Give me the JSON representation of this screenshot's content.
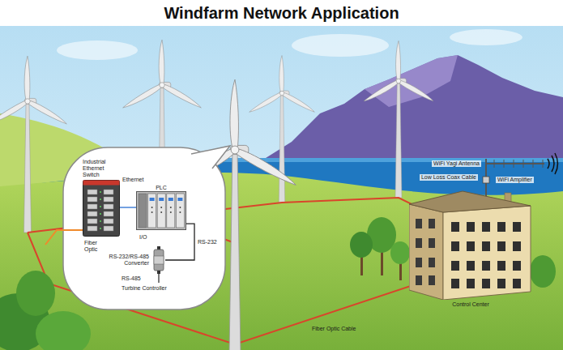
{
  "diagram": {
    "title": "Windfarm Network Application",
    "nodes": [
      {
        "text": [
          "Industrial Ethernet Switch"
        ]
      },
      {
        "text": [
          "PLC"
        ]
      },
      {
        "text": [
          "RS-232/RS-485 Converter"
        ]
      },
      {
        "text": [
          "Control Center"
        ]
      }
    ],
    "edges": [
      {
        "from": 0,
        "to": 1,
        "label": "Ethernet",
        "arrow": "none"
      },
      {
        "from": 1,
        "to": 2,
        "label": "RS-232",
        "arrow": "none"
      }
    ],
    "labels": [
      "Fiber Optic",
      "I/O",
      "RS-485",
      "Turbine Controller",
      "Fiber Optic Cable",
      "WiFi Yagi Antenna",
      "Low Loss Coax Cable",
      "WiFi Amplifier"
    ]
  }
}
